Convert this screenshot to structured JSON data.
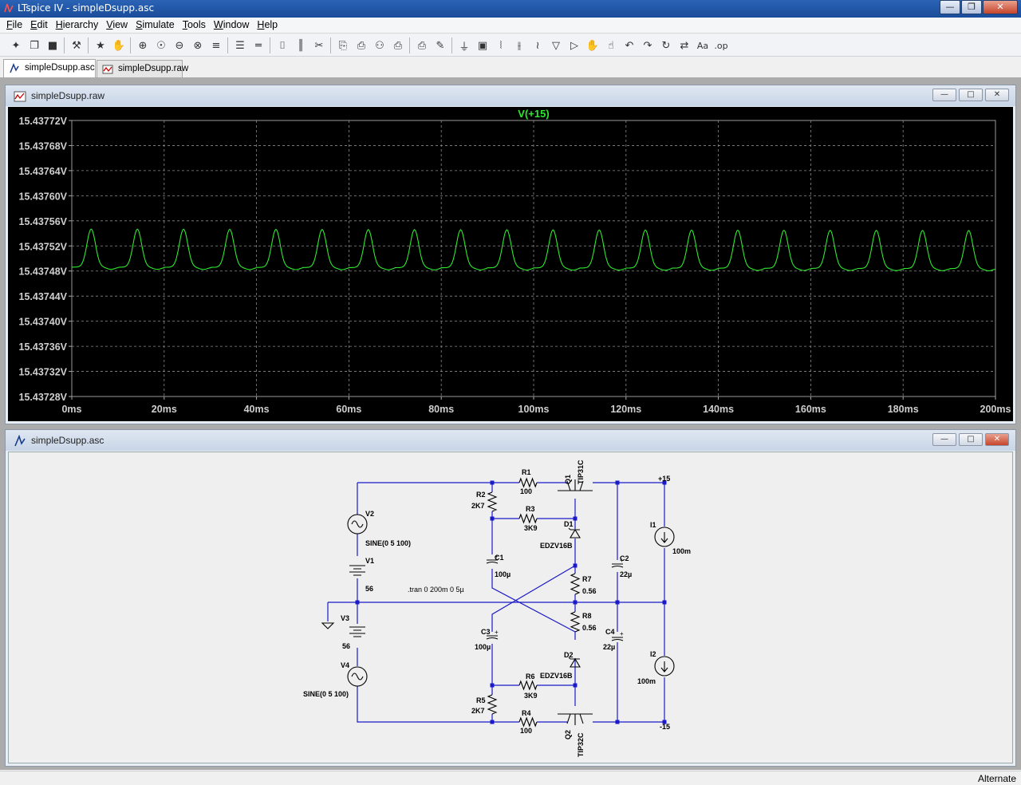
{
  "window": {
    "title": "LTspice IV - simpleDsupp.asc"
  },
  "menu": [
    {
      "label": "File",
      "accel": "F",
      "rest": "ile"
    },
    {
      "label": "Edit",
      "accel": "E",
      "rest": "dit"
    },
    {
      "label": "Hierarchy",
      "accel": "H",
      "rest": "ierarchy"
    },
    {
      "label": "View",
      "accel": "V",
      "rest": "iew"
    },
    {
      "label": "Simulate",
      "accel": "S",
      "rest": "imulate"
    },
    {
      "label": "Tools",
      "accel": "T",
      "rest": "ools"
    },
    {
      "label": "Window",
      "accel": "W",
      "rest": "indow"
    },
    {
      "label": "Help",
      "accel": "H",
      "rest": "elp"
    }
  ],
  "toolbar": {
    "icons": [
      "new-schematic-icon",
      "open-icon",
      "save-icon",
      "control-panel-icon",
      "run-icon",
      "halt-icon",
      "zoom-in-icon",
      "zoom-pan-icon",
      "zoom-out-icon",
      "zoom-fit-icon",
      "autorange-icon",
      "visible-traces-icon",
      "tile-horizontal-icon",
      "cascade-icon",
      "tile-vertical-icon",
      "cut-icon",
      "copy-icon",
      "paste-icon",
      "find-icon",
      "print-setup-icon",
      "print-icon",
      "draw-wire-icon",
      "ground-icon",
      "label-net-icon",
      "resistor-icon",
      "capacitor-icon",
      "inductor-icon",
      "diode-icon",
      "component-icon",
      "move-icon",
      "drag-icon",
      "undo-icon",
      "redo-icon",
      "rotate-icon",
      "mirror-icon",
      "text-icon",
      "spice-directive-icon"
    ]
  },
  "tabs": [
    {
      "label": "simpleDsupp.asc",
      "active": true
    },
    {
      "label": "simpleDsupp.raw",
      "active": false
    }
  ],
  "waveform_window": {
    "title": "simpleDsupp.raw"
  },
  "schematic_window": {
    "title": "simpleDsupp.asc"
  },
  "chart_data": {
    "type": "line",
    "title": "V(+15)",
    "xlabel": "",
    "ylabel": "",
    "x_ticks": [
      "0ms",
      "20ms",
      "40ms",
      "60ms",
      "80ms",
      "100ms",
      "120ms",
      "140ms",
      "160ms",
      "180ms",
      "200ms"
    ],
    "y_ticks": [
      "15.43772V",
      "15.43768V",
      "15.43764V",
      "15.43760V",
      "15.43756V",
      "15.43752V",
      "15.43748V",
      "15.43744V",
      "15.43740V",
      "15.43736V",
      "15.43732V",
      "15.43728V"
    ],
    "xlim": [
      0,
      200
    ],
    "ylim": [
      15.43728,
      15.43772
    ],
    "grid": true,
    "background": "#000000",
    "trace_color": "#2ee82e",
    "series": [
      {
        "name": "V(+15)",
        "period_ms": 10,
        "min": 15.437478,
        "max": 15.437547,
        "drift_per_200ms": -2.5e-06
      }
    ]
  },
  "schematic": {
    "components": {
      "R1": {
        "name": "R1",
        "value": "100"
      },
      "R2": {
        "name": "R2",
        "value": "2K7"
      },
      "R3": {
        "name": "R3",
        "value": "3K9"
      },
      "R4": {
        "name": "R4",
        "value": "100"
      },
      "R5": {
        "name": "R5",
        "value": "2K7"
      },
      "R6": {
        "name": "R6",
        "value": "3K9"
      },
      "R7": {
        "name": "R7",
        "value": "0.56"
      },
      "R8": {
        "name": "R8",
        "value": "0.56"
      },
      "C1": {
        "name": "C1",
        "value": "100µ"
      },
      "C2": {
        "name": "C2",
        "value": "22µ"
      },
      "C3": {
        "name": "C3",
        "value": "100µ"
      },
      "C4": {
        "name": "C4",
        "value": "22µ"
      },
      "D1": {
        "name": "D1",
        "value": "EDZV16B"
      },
      "D2": {
        "name": "D2",
        "value": "EDZV16B"
      },
      "Q1": {
        "name": "Q1",
        "value": "TIP31C"
      },
      "Q2": {
        "name": "Q2",
        "value": "TIP32C"
      },
      "V1": {
        "name": "V1",
        "value": "56"
      },
      "V2": {
        "name": "V2",
        "value": "SINE(0 5 100)"
      },
      "V3": {
        "name": "V3",
        "value": "56"
      },
      "V4": {
        "name": "V4",
        "value": "SINE(0 5 100)"
      },
      "I1": {
        "name": "I1",
        "value": "100m"
      },
      "I2": {
        "name": "I2",
        "value": "100m"
      }
    },
    "nets": {
      "pos": "+15",
      "neg": "-15"
    },
    "directive": ".tran 0 200m 0 5µ",
    "wire_color": "#1a1ac8",
    "component_color": "#000000"
  },
  "status": {
    "text": "Alternate"
  },
  "colors": {
    "titlebar": "#2b63b5",
    "trace": "#2ee82e",
    "grid": "#8a8a8a"
  }
}
